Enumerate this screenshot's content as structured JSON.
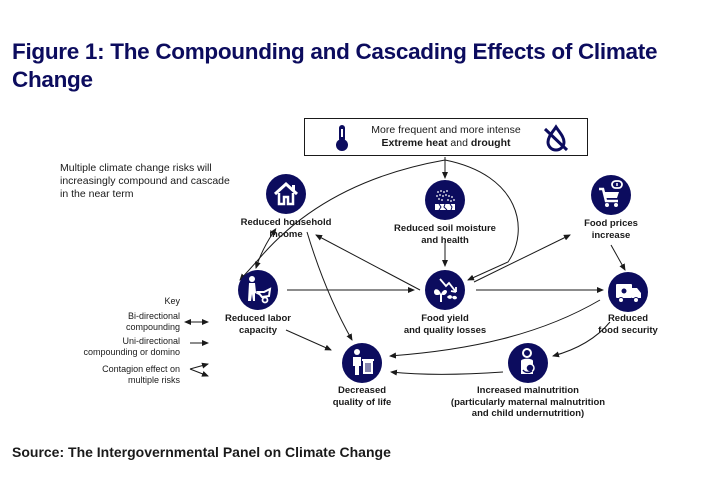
{
  "title": "Figure 1: The Compounding and Cascading Effects of Climate Change",
  "intro": "Multiple climate change risks will increasingly compound and cascade in the near term",
  "hazard": {
    "line1": "More frequent and more intense",
    "line2_bold1": "Extreme heat",
    "line2_mid": " and ",
    "line2_bold2": "drought",
    "left_icon": "thermometer-icon",
    "right_icon": "no-water-drop-icon"
  },
  "nodes": [
    {
      "id": "household",
      "icon": "house-icon",
      "label_lines": [
        "Reduced household",
        "income"
      ]
    },
    {
      "id": "soil",
      "icon": "cracked-soil-icon",
      "label_lines": [
        "Reduced soil moisture",
        "and health"
      ]
    },
    {
      "id": "prices",
      "icon": "shopping-cart-coin-icon",
      "label_lines": [
        "Food prices",
        "increase"
      ]
    },
    {
      "id": "labor",
      "icon": "worker-wheelbarrow-icon",
      "label_lines": [
        "Reduced labor",
        "capacity"
      ]
    },
    {
      "id": "yield",
      "icon": "plant-decline-icon",
      "label_lines": [
        "Food yield",
        "and quality losses"
      ]
    },
    {
      "id": "security",
      "icon": "food-truck-icon",
      "label_lines": [
        "Reduced",
        "food security"
      ]
    },
    {
      "id": "quality",
      "icon": "person-bin-icon",
      "label_lines": [
        "Decreased",
        "quality of life"
      ]
    },
    {
      "id": "malnutrition",
      "icon": "mother-child-icon",
      "label_lines": [
        "Increased malnutrition",
        "(particularly maternal malnutrition",
        "and child undernutrition)"
      ]
    }
  ],
  "key": {
    "title": "Key",
    "items": [
      {
        "label_lines": [
          "Bi-directional",
          "compounding"
        ],
        "type": "bi-directional"
      },
      {
        "label_lines": [
          "Uni-directional",
          "compounding or domino"
        ],
        "type": "uni-directional"
      },
      {
        "label_lines": [
          "Contagion effect on",
          "multiple risks"
        ],
        "type": "contagion"
      }
    ]
  },
  "edges": [
    {
      "from": "hazard",
      "to": "soil",
      "type": "uni-directional"
    },
    {
      "from": "hazard",
      "to": "labor",
      "type": "contagion"
    },
    {
      "from": "hazard",
      "to": "yield",
      "type": "contagion"
    },
    {
      "from": "soil",
      "to": "yield",
      "type": "uni-directional"
    },
    {
      "from": "household",
      "to": "labor",
      "type": "bi-directional"
    },
    {
      "from": "household",
      "to": "quality",
      "type": "uni-directional"
    },
    {
      "from": "yield",
      "to": "household",
      "type": "uni-directional"
    },
    {
      "from": "labor",
      "to": "yield",
      "type": "uni-directional"
    },
    {
      "from": "labor",
      "to": "quality",
      "type": "uni-directional"
    },
    {
      "from": "yield",
      "to": "prices",
      "type": "uni-directional"
    },
    {
      "from": "prices",
      "to": "security",
      "type": "uni-directional"
    },
    {
      "from": "yield",
      "to": "security",
      "type": "uni-directional"
    },
    {
      "from": "security",
      "to": "quality",
      "type": "uni-directional"
    },
    {
      "from": "security",
      "to": "malnutrition",
      "type": "uni-directional"
    },
    {
      "from": "malnutrition",
      "to": "quality",
      "type": "uni-directional"
    }
  ],
  "colors": {
    "navy": "#0c0c5e",
    "text": "#1a1a1a",
    "background": "#ffffff"
  },
  "source": "Source: The Intergovernmental Panel on Climate Change"
}
